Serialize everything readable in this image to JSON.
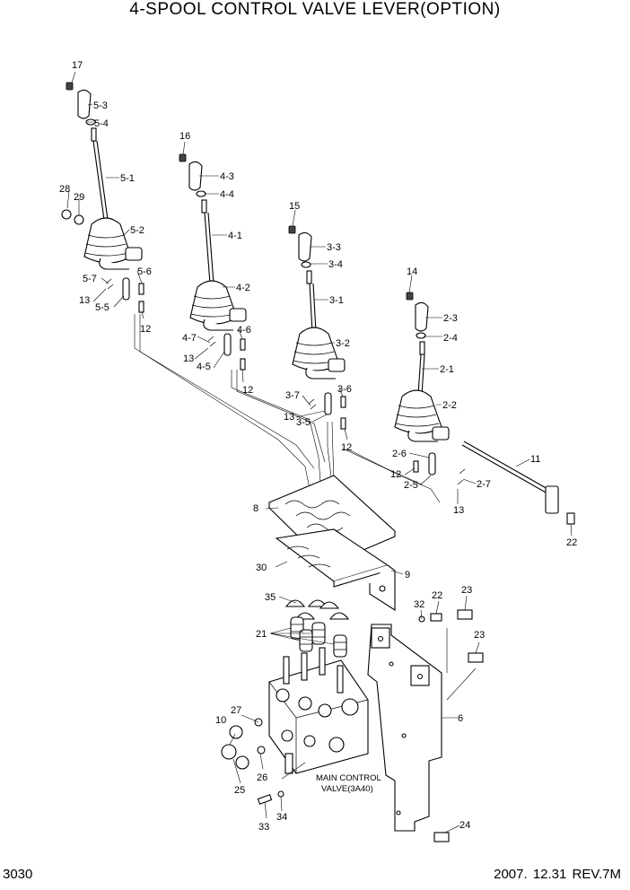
{
  "title": "4-SPOOL CONTROL VALVE LEVER(OPTION)",
  "page_number": "3030",
  "revision": "2007. 12.31  REV.7M",
  "note": {
    "line1": "MAIN CONTROL",
    "line2": "VALVE(3A40)"
  },
  "callouts": [
    "17",
    "5-3",
    "5-4",
    "5-1",
    "28",
    "29",
    "5-2",
    "5-6",
    "5-7",
    "13",
    "5-5",
    "12",
    "16",
    "4-3",
    "4-4",
    "4-1",
    "4-2",
    "4-6",
    "4-7",
    "13",
    "4-5",
    "12",
    "15",
    "3-3",
    "3-4",
    "3-1",
    "3-2",
    "3-7",
    "3-6",
    "13",
    "3-5",
    "12",
    "14",
    "2-3",
    "2-4",
    "2-1",
    "2-2",
    "2-6",
    "12",
    "2-5",
    "2-7",
    "13",
    "11",
    "22",
    "8",
    "30",
    "9",
    "35",
    "21",
    "32",
    "22",
    "23",
    "23",
    "6",
    "27",
    "10",
    "26",
    "25",
    "33",
    "34",
    "24"
  ]
}
